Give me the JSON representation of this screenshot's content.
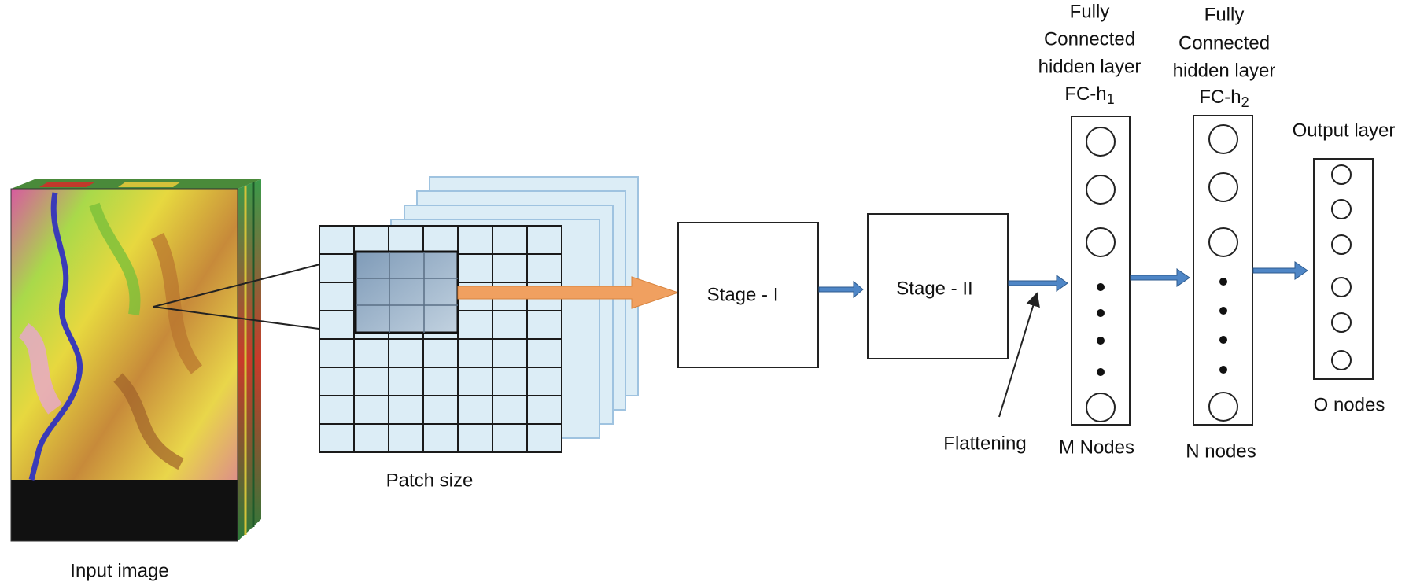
{
  "labels": {
    "input_image": "Input image",
    "patch_size": "Patch size",
    "stage1": "Stage - I",
    "stage2": "Stage - II",
    "flattening": "Flattening",
    "fc1_line1": "Fully",
    "fc1_line2": "Connected",
    "fc1_line3": "hidden layer",
    "fc1_name": "FC-h",
    "fc1_sub": "1",
    "fc2_line1": "Fully",
    "fc2_line2": "Connected",
    "fc2_line3": "hidden layer",
    "fc2_name": "FC-h",
    "fc2_sub": "2",
    "output_title": "Output layer",
    "m_nodes": "M Nodes",
    "n_nodes": "N nodes",
    "o_nodes": "O nodes"
  },
  "colors": {
    "grid_fill": "#dcedf6",
    "patch_fill": "#9fb6cc",
    "orange_arrow": "#f0a060",
    "blue_arrow": "#4f86c6",
    "line": "#222222"
  }
}
